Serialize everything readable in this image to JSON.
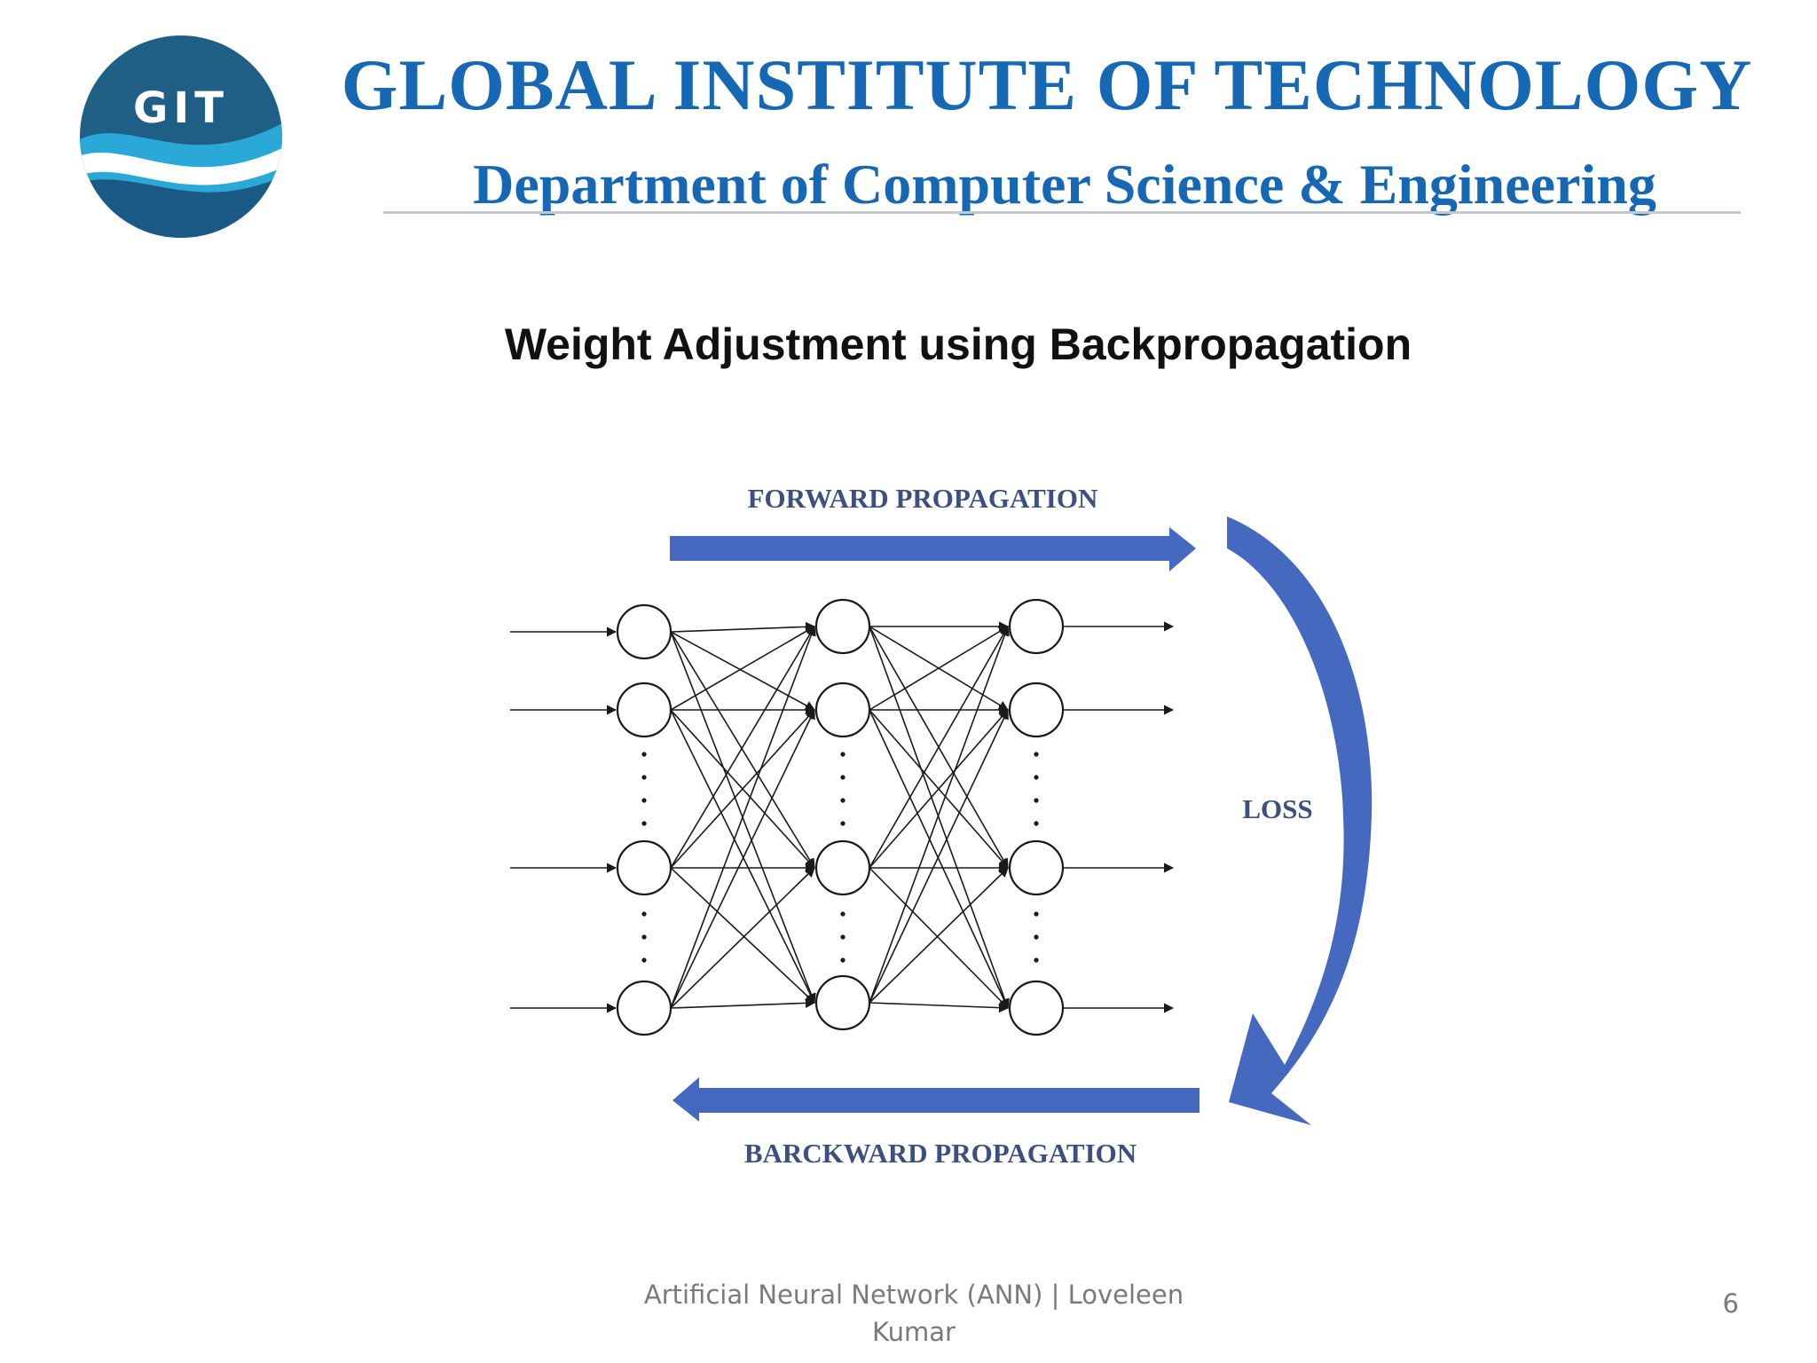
{
  "header": {
    "logo_text": "GIT",
    "institute": "GLOBAL INSTITUTE OF TECHNOLOGY",
    "department": "Department of Computer Science & Engineering"
  },
  "slide": {
    "title": "Weight Adjustment using Backpropagation"
  },
  "diagram": {
    "forward_label": "FORWARD PROPAGATION",
    "backward_label": "BARCKWARD PROPAGATION",
    "loss_label": "LOSS",
    "layers": 3,
    "nodes_per_layer_shown": 4,
    "colors": {
      "arrow": "#4569bf",
      "label": "#3c4f7e",
      "node_stroke": "#1a1a1a"
    }
  },
  "footer": {
    "text": "Artificial Neural Network (ANN) | Loveleen Kumar",
    "page": "6"
  }
}
